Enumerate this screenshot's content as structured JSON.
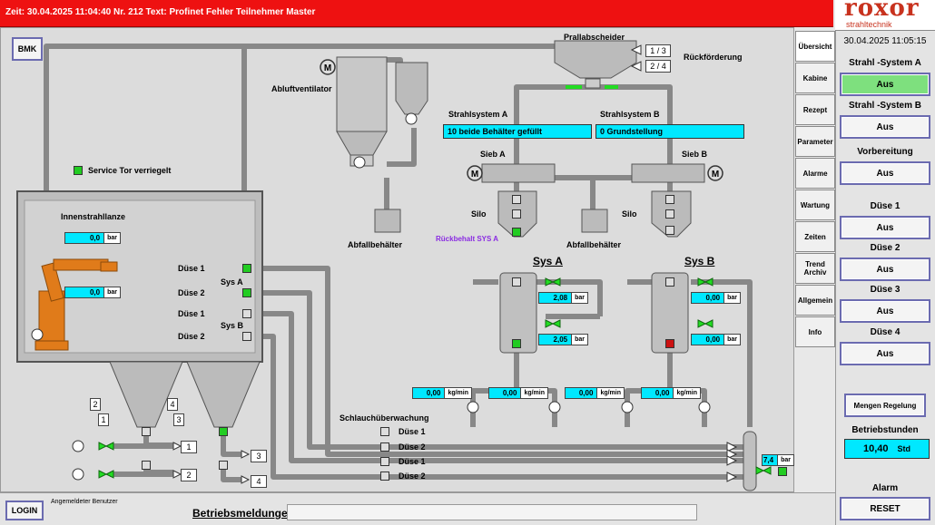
{
  "alarm_bar": {
    "text": "Zeit: 30.04.2025 11:04:40 Nr. 212 Text: Profinet Fehler Teilnehmer Master"
  },
  "logo": {
    "name": "roxor",
    "sub": "strahltechnik"
  },
  "nav": [
    "Übersicht",
    "Kabine",
    "Rezept",
    "Parameter",
    "Alarme",
    "Wartung",
    "Zeiten",
    "Trend Archiv",
    "Allgemein",
    "Info"
  ],
  "panel": {
    "datetime": "30.04.2025 11:05:15",
    "strahl_a_label": "Strahl -System A",
    "strahl_a_btn": "Aus",
    "strahl_b_label": "Strahl -System B",
    "strahl_b_btn": "Aus",
    "vorbereitung_label": "Vorbereitung",
    "vorbereitung_btn": "Aus",
    "duese1_label": "Düse 1",
    "duese1_btn": "Aus",
    "duese2_label": "Düse 2",
    "duese2_btn": "Aus",
    "duese3_label": "Düse 3",
    "duese3_btn": "Aus",
    "duese4_label": "Düse 4",
    "duese4_btn": "Aus",
    "mengen_btn": "Mengen Regelung",
    "betriebsstunden_label": "Betriebstunden",
    "betriebsstunden_val": "10,40",
    "betriebsstunden_unit": "Std",
    "alarm_label": "Alarm",
    "reset_btn": "RESET"
  },
  "canvas": {
    "bmk": "BMK",
    "prallabscheider": "Prallabscheider",
    "rueckfoerderung": "Rückförderung",
    "r13": "1 / 3",
    "r24": "2 / 4",
    "abluftventilator": "Abluftventilator",
    "strahlsystem_a": "Strahlsystem A",
    "strahlsystem_b": "Strahlsystem B",
    "status_a": "10  beide Behälter gefüllt",
    "status_b": "0   Grundstellung",
    "sieb_a": "Sieb A",
    "sieb_b": "Sieb B",
    "silo_a": "Silo",
    "silo_b": "Silo",
    "abfallbehaelter1": "Abfallbehälter",
    "abfallbehaelter2": "Abfallbehälter",
    "rueckbehalt": "Rückbehalt SYS A",
    "sys_a": "Sys A",
    "sys_b": "Sys B",
    "service": "Service Tor verriegelt",
    "innenstrahllanze": "Innenstrahllanze",
    "lanze_val1": "0,0",
    "lanze_val2": "0,0",
    "bar": "bar",
    "d1a": "Düse 1",
    "d2a": "Düse 2",
    "sysA_small": "Sys A",
    "d1b": "Düse 1",
    "d2b": "Düse 2",
    "sysB_small": "Sys B",
    "pa1": "2,08",
    "pa2": "2,05",
    "pb1": "0,00",
    "pb2": "0,00",
    "flow1": "0,00",
    "flow2": "0,00",
    "flow3": "0,00",
    "flow4": "0,00",
    "kgmin": "kg/min",
    "schlauch": "Schlauchüberwachung",
    "s_d1": "Düse 1",
    "s_d2": "Düse 2",
    "s_d3": "Düse 1",
    "s_d4": "Düse 2",
    "n1": "1",
    "n2": "2",
    "n3": "3",
    "n4": "4",
    "hp_val": "7,4",
    "hp_unit": "bar"
  },
  "bottom": {
    "login": "LOGIN",
    "user_label": "Angemeldeter Benutzer",
    "meldungen": "Betriebsmeldungen"
  }
}
